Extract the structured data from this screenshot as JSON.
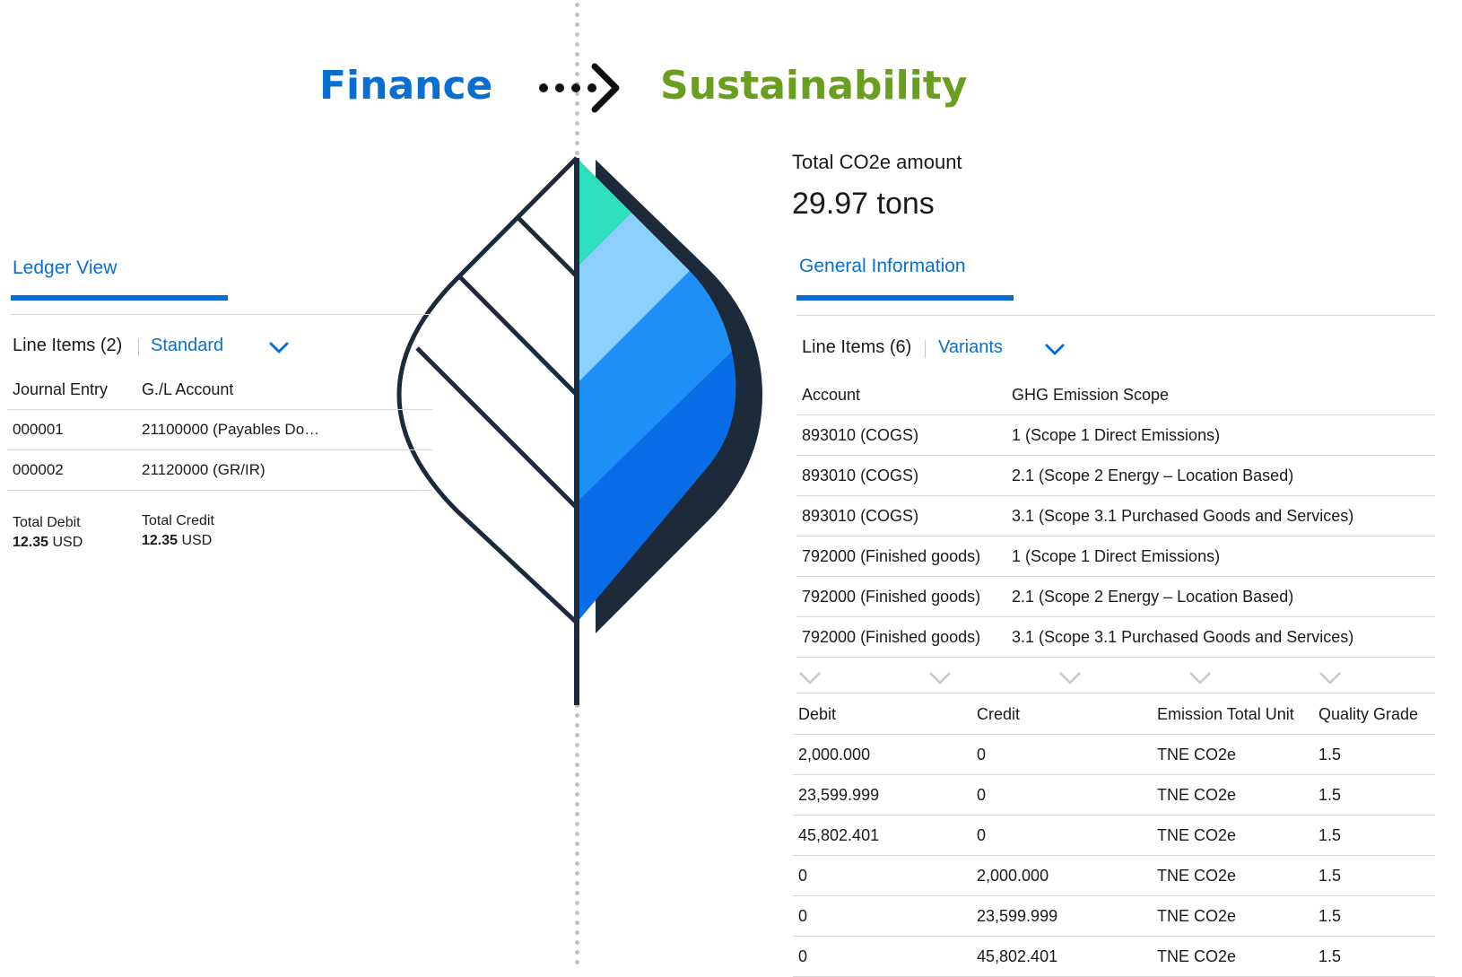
{
  "header": {
    "finance_label": "Finance",
    "sustainability_label": "Sustainability",
    "finance_color": "#0a6ed1",
    "sustainability_color": "#6a9e21"
  },
  "ledger": {
    "tab_label": "Ledger View",
    "line_items_label": "Line Items (2)",
    "variant_label": "Standard",
    "columns": [
      "Journal Entry",
      "G./L Account"
    ],
    "rows": [
      [
        "000001",
        "21100000 (Payables Do…"
      ],
      [
        "000002",
        "21120000 (GR/IR)"
      ]
    ],
    "total_debit_label": "Total Debit",
    "total_debit_amount": "12.35",
    "total_debit_currency": "USD",
    "total_credit_label": "Total Credit",
    "total_credit_amount": "12.35",
    "total_credit_currency": "USD"
  },
  "sustainability": {
    "co2_label": "Total CO2e amount",
    "co2_value": "29.97 tons",
    "tab_label": "General Information",
    "line_items_label": "Line Items (6)",
    "variant_label": "Variants",
    "columns": [
      "Account",
      "GHG Emission Scope"
    ],
    "rows": [
      [
        "893010 (COGS)",
        "1 (Scope 1 Direct Emissions)"
      ],
      [
        "893010 (COGS)",
        "2.1 (Scope 2 Energy – Location Based)"
      ],
      [
        "893010 (COGS)",
        "3.1 (Scope 3.1 Purchased Goods and Services)"
      ],
      [
        "792000 (Finished goods)",
        "1 (Scope 1 Direct Emissions)"
      ],
      [
        "792000 (Finished goods)",
        "2.1 (Scope 2 Energy – Location Based)"
      ],
      [
        "792000 (Finished goods)",
        "3.1 (Scope 3.1 Purchased Goods and Services)"
      ]
    ],
    "detail_columns": [
      "Debit",
      "Credit",
      "Emission Total Unit",
      "Quality Grade"
    ],
    "detail_rows": [
      [
        "2,000.000",
        "0",
        "TNE CO2e",
        "1.5"
      ],
      [
        "23,599.999",
        "0",
        "TNE CO2e",
        "1.5"
      ],
      [
        "45,802.401",
        "0",
        "TNE CO2e",
        "1.5"
      ],
      [
        "0",
        "2,000.000",
        "TNE CO2e",
        "1.5"
      ],
      [
        "0",
        "23,599.999",
        "TNE CO2e",
        "1.5"
      ],
      [
        "0",
        "45,802.401",
        "TNE CO2e",
        "1.5"
      ]
    ]
  },
  "icons": {
    "arrow": "dotted-arrow-right-icon",
    "leaf": "leaf-icon",
    "chevron": "chevron-down-icon"
  }
}
